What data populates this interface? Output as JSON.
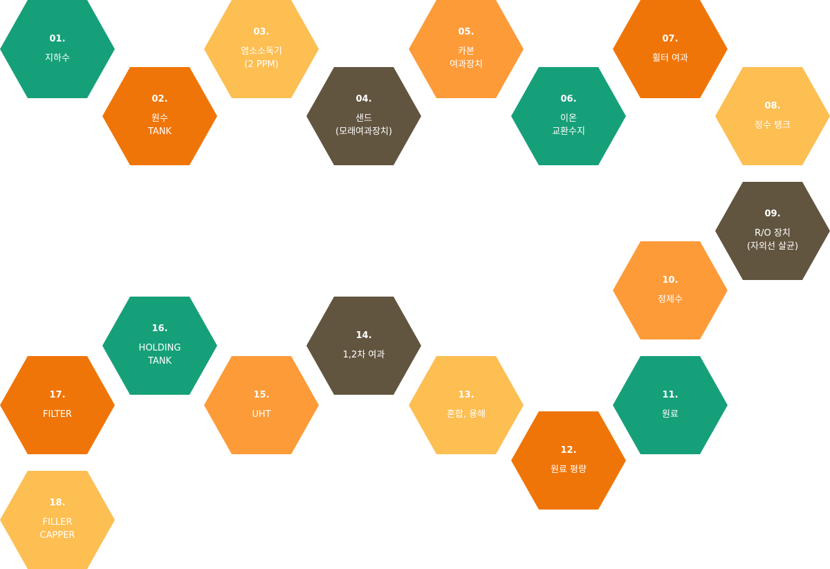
{
  "colors": {
    "green": "#16a07a",
    "dark_orange": "#f07508",
    "yellow": "#fdbe52",
    "brown": "#625540",
    "orange": "#fd9b39"
  },
  "steps": [
    {
      "num": "01.",
      "label": "지하수",
      "color": "green"
    },
    {
      "num": "02.",
      "label": "원수\nTANK",
      "color": "dark_orange"
    },
    {
      "num": "03.",
      "label": "염소소독기\n(2 PPM)",
      "color": "yellow"
    },
    {
      "num": "04.",
      "label": "샌드\n(모래여과장치)",
      "color": "brown"
    },
    {
      "num": "05.",
      "label": "카본\n여과장치",
      "color": "orange"
    },
    {
      "num": "06.",
      "label": "이온\n교환수지",
      "color": "green"
    },
    {
      "num": "07.",
      "label": "휠터 여과",
      "color": "dark_orange"
    },
    {
      "num": "08.",
      "label": "정수 탱크",
      "color": "yellow"
    },
    {
      "num": "09.",
      "label": "R/O 장치\n(자외선 살균)",
      "color": "brown"
    },
    {
      "num": "10.",
      "label": "정제수",
      "color": "orange"
    },
    {
      "num": "11.",
      "label": "원료",
      "color": "green"
    },
    {
      "num": "12.",
      "label": "원료 평량",
      "color": "dark_orange"
    },
    {
      "num": "13.",
      "label": "혼합, 용해",
      "color": "yellow"
    },
    {
      "num": "14.",
      "label": "1,2차 여과",
      "color": "brown"
    },
    {
      "num": "15.",
      "label": "UHT",
      "color": "orange"
    },
    {
      "num": "16.",
      "label": "HOLDING\nTANK",
      "color": "green"
    },
    {
      "num": "17.",
      "label": "FILTER",
      "color": "dark_orange"
    },
    {
      "num": "18.",
      "label": "FILLER\nCAPPER",
      "color": "yellow"
    }
  ]
}
